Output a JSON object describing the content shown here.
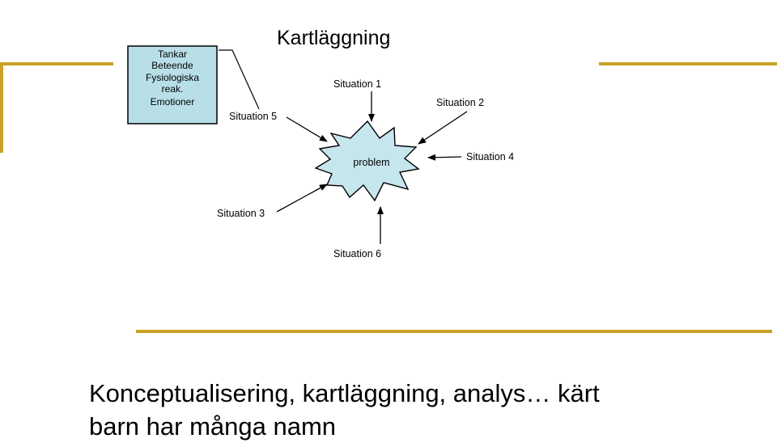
{
  "diagram": {
    "title": "Kartläggning",
    "info_box": {
      "lines": [
        "Tankar",
        "Beteende",
        "Fysiologiska",
        "reak.",
        "Emotioner"
      ],
      "fill": "#b8dfe8"
    },
    "center": {
      "label": "problem",
      "fill": "#c6e6ee"
    },
    "situations": {
      "s1": "Situation 1",
      "s2": "Situation 2",
      "s3": "Situation 3",
      "s4": "Situation 4",
      "s5": "Situation 5",
      "s6": "Situation 6"
    }
  },
  "caption": {
    "line1": "Konceptualisering, kartläggning, analys… kärt",
    "line2": "barn har många namn"
  },
  "colors": {
    "accent_line": "#c9a227"
  }
}
